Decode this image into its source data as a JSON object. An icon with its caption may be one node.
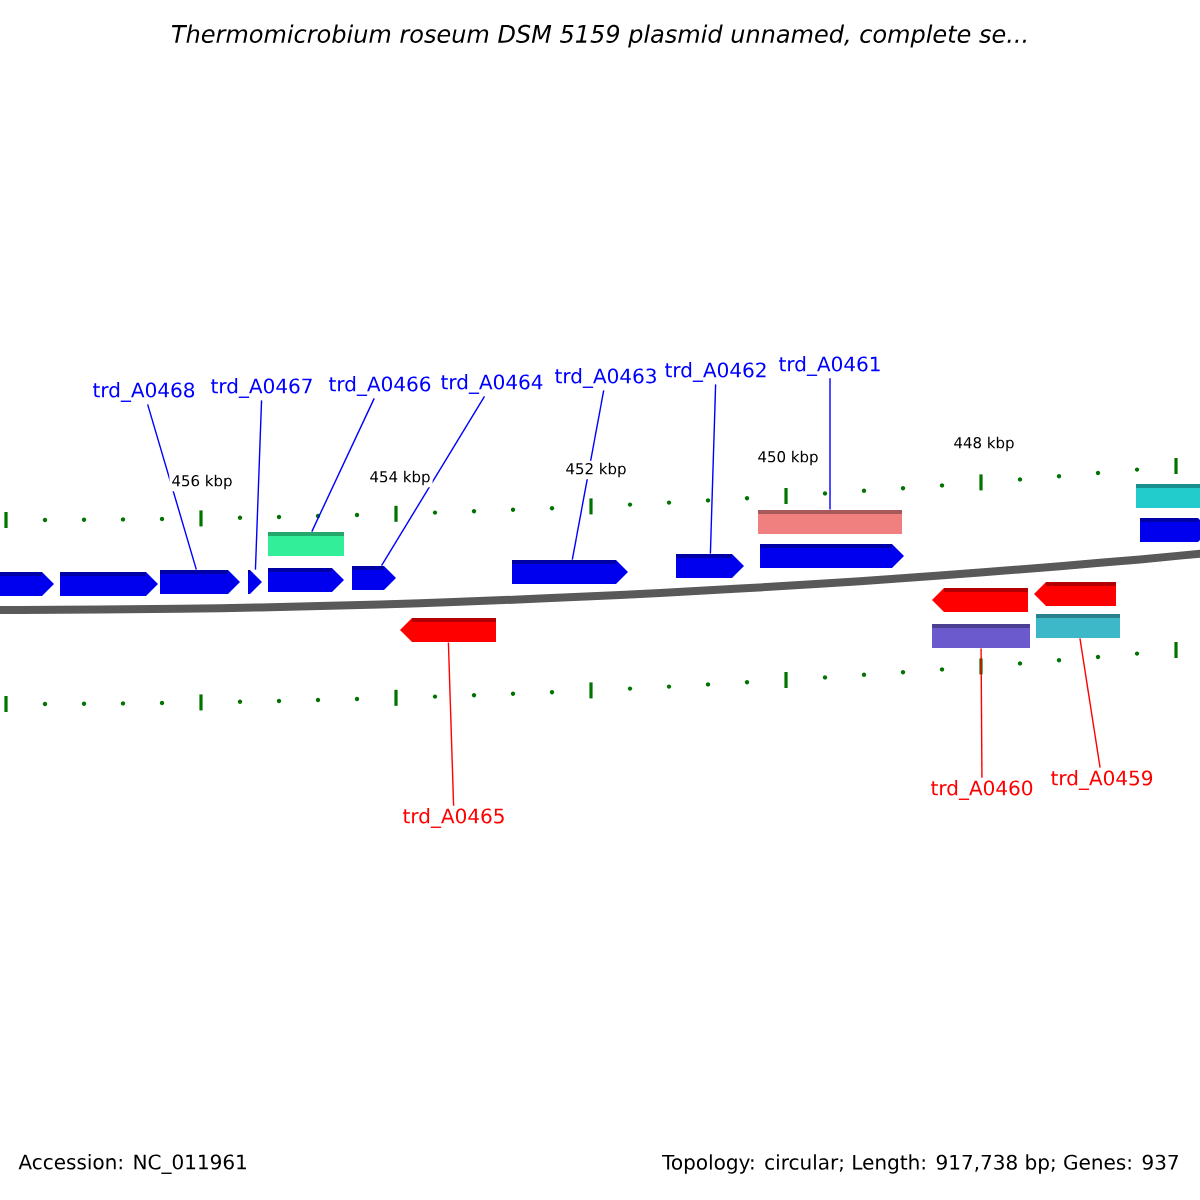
{
  "diagram": {
    "title": "Thermomicrobium roseum DSM 5159 plasmid unnamed, complete se...",
    "nodes": [
      {
        "text": [
          "trd_A0468"
        ]
      },
      {
        "text": [
          "trd_A0467"
        ]
      },
      {
        "text": [
          "trd_A0466"
        ]
      },
      {
        "text": [
          "trd_A0464"
        ]
      },
      {
        "text": [
          "trd_A0463"
        ]
      },
      {
        "text": [
          "trd_A0462"
        ]
      },
      {
        "text": [
          "trd_A0461"
        ]
      },
      {
        "text": [
          "trd_A0465"
        ]
      },
      {
        "text": [
          "trd_A0460"
        ]
      },
      {
        "text": [
          "trd_A0459"
        ]
      },
      {
        "text": [],
        "shape": "pentagon"
      },
      {
        "text": [],
        "shape": "pentagon"
      },
      {
        "text": [],
        "shape": "pentagon"
      },
      {
        "text": [],
        "shape": "pentagon"
      },
      {
        "text": [],
        "shape": "pentagon"
      },
      {
        "text": [],
        "shape": "pentagon"
      },
      {
        "text": [],
        "shape": "pentagon"
      },
      {
        "text": [],
        "shape": "pentagon"
      },
      {
        "text": [],
        "shape": "pentagon"
      },
      {
        "text": [],
        "shape": "pentagon"
      },
      {
        "text": [],
        "shape": "box"
      },
      {
        "text": [],
        "shape": "box"
      },
      {
        "text": [],
        "shape": "box"
      },
      {
        "text": [],
        "shape": "pentagon"
      },
      {
        "text": [],
        "shape": "pentagon"
      },
      {
        "text": [],
        "shape": "pentagon"
      },
      {
        "text": [],
        "shape": "box"
      },
      {
        "text": [],
        "shape": "box"
      }
    ],
    "edges": [
      {
        "from": 0,
        "to": 12,
        "arrow": "none"
      },
      {
        "from": 1,
        "to": 13,
        "arrow": "none"
      },
      {
        "from": 2,
        "to": 20,
        "arrow": "none"
      },
      {
        "from": 3,
        "to": 15,
        "arrow": "none"
      },
      {
        "from": 4,
        "to": 16,
        "arrow": "none"
      },
      {
        "from": 5,
        "to": 17,
        "arrow": "none"
      },
      {
        "from": 6,
        "to": 21,
        "arrow": "none"
      },
      {
        "from": 7,
        "to": 23,
        "arrow": "none",
        "color": "#ff0000"
      },
      {
        "from": 8,
        "to": 26,
        "arrow": "none",
        "color": "#ff0000"
      },
      {
        "from": 9,
        "to": 27,
        "arrow": "none",
        "color": "#ff0000"
      }
    ],
    "labels": [
      "456 kbp",
      "454 kbp",
      "452 kbp",
      "450 kbp",
      "448 kbp",
      "Accession: NC_011961",
      "Topology: circular; Length: 917,738 bp; Genes: 937"
    ]
  }
}
